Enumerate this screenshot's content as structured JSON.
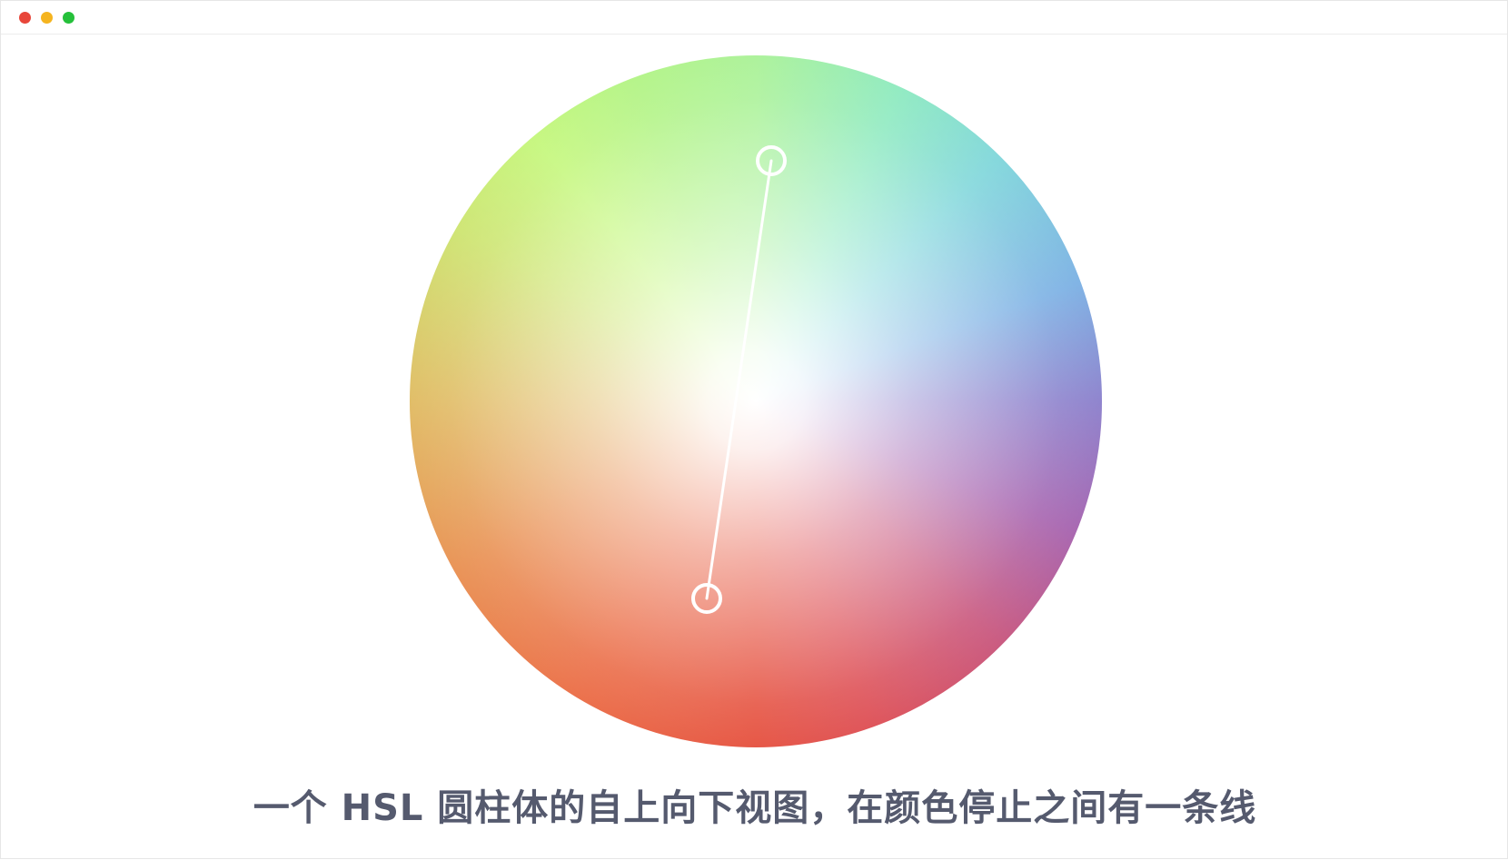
{
  "window": {
    "controls": [
      {
        "name": "close",
        "color": "#e8463a"
      },
      {
        "name": "minimize",
        "color": "#f5b41f"
      },
      {
        "name": "maximize",
        "color": "#25c03a"
      }
    ]
  },
  "color_stops": {
    "stroke_color": "#ffffff"
  },
  "caption": "一个 HSL 圆柱体的自上向下视图，在颜色停止之间有一条线"
}
